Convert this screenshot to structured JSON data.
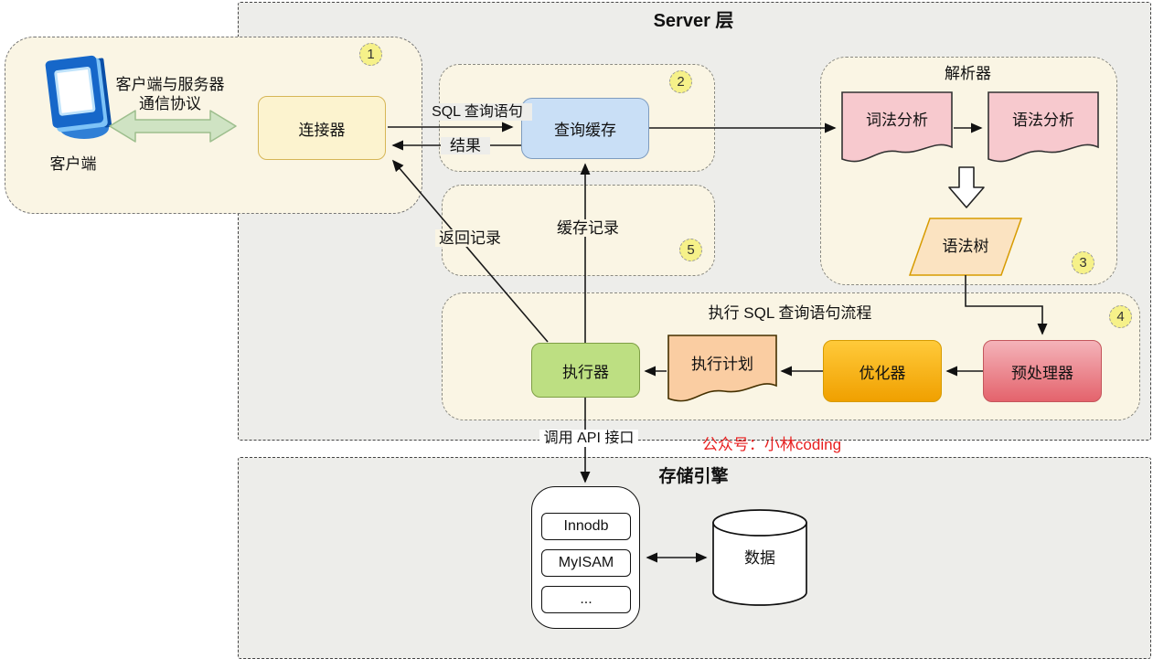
{
  "server_layer": {
    "title": "Server 层"
  },
  "client_group": {
    "badge": "1",
    "protocol_line1": "客户端与服务器",
    "protocol_line2": "通信协议",
    "client_label": "客户端",
    "connector": "连接器"
  },
  "query_cache_group": {
    "badge": "2",
    "node": "查询缓存"
  },
  "parser_group": {
    "badge": "3",
    "title": "解析器",
    "lexical": "词法分析",
    "syntax": "语法分析",
    "tree": "语法树"
  },
  "execute_group": {
    "badge": "4",
    "title": "执行 SQL 查询语句流程",
    "executor": "执行器",
    "plan": "执行计划",
    "optimizer": "优化器",
    "preprocessor": "预处理器"
  },
  "cache_record_group": {
    "badge": "5",
    "label": "缓存记录"
  },
  "edges": {
    "sql_query": "SQL 查询语句",
    "result": "结果",
    "return_record": "返回记录",
    "call_api": "调用 API 接口"
  },
  "storage_layer": {
    "title": "存储引擎",
    "engines": [
      "Innodb",
      "MyISAM",
      "..."
    ],
    "data": "数据"
  },
  "watermark": "公众号：小林coding",
  "colors": {
    "layer_bg": "#EDEDEA",
    "group_bg": "#FAF5E4",
    "badge": "#F6F189",
    "connector": "#FCF3CF",
    "query_cache": "#C9DFF6",
    "parser_doc": "#F7C9CE",
    "syntax_tree": "#FBE3C1",
    "executor": "#BDDF82",
    "exec_plan": "#FACDA2",
    "optimizer_top": "#FFCA3A",
    "optimizer_bottom": "#F0A000",
    "preprocessor_top": "#F4B3B9",
    "preprocessor_bottom": "#E4636C",
    "watermark_red": "#E82020",
    "protocol_arrow": "#CFE3C3"
  }
}
